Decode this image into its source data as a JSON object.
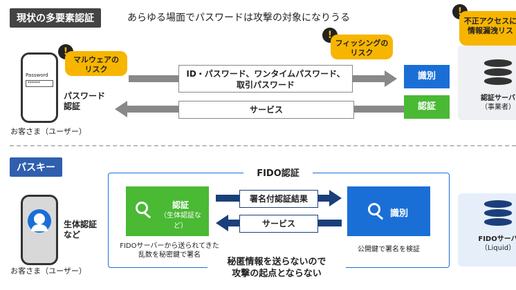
{
  "top": {
    "section_label": "現状の多要素認証",
    "headline": "あらゆる場面でパスワードは攻撃の対象になりうる",
    "phone_text": "Password",
    "phone_pw": "******",
    "malware_bubble": [
      "マルウェアの",
      "リスク"
    ],
    "phishing_bubble": [
      "フィッシングの",
      "リスク"
    ],
    "leak_bubble": [
      "不正アクセスに",
      "情報漏洩リス"
    ],
    "user_caption": "お客さま（ユーザー）",
    "password_auth": [
      "パスワード",
      "認証"
    ],
    "arrow_right_label": [
      "ID・パスワード、ワンタイムパスワード、",
      "取引パスワード"
    ],
    "arrow_left_label": "サービス",
    "identify": "識別",
    "authenticate": "認証",
    "server_label": [
      "認証サーバ",
      "（事業者）"
    ]
  },
  "bottom": {
    "section_label": "パスキー",
    "fido_title": "FIDO認証",
    "bio_auth": [
      "生体認証",
      "など"
    ],
    "user_caption": "お客さま（ユーザー）",
    "auth_box": [
      "認証",
      "（生体認証など）"
    ],
    "signed_result": "署名付認証結果",
    "service": "サービス",
    "identify": "識別",
    "left_caption": [
      "FIDOサーバーから送られてきた",
      "乱数を秘密鍵で署名"
    ],
    "right_caption": "公開鍵で署名を検証",
    "bottom_message": [
      "秘匿情報を送らないので",
      "攻撃の起点とならない"
    ],
    "server_label": [
      "FIDOサーバ",
      "（Liquid）"
    ]
  },
  "colors": {
    "blue": "#1a6fd6",
    "green": "#4ab934",
    "yellow": "#f7b500",
    "navy": "#1b3f7a"
  }
}
